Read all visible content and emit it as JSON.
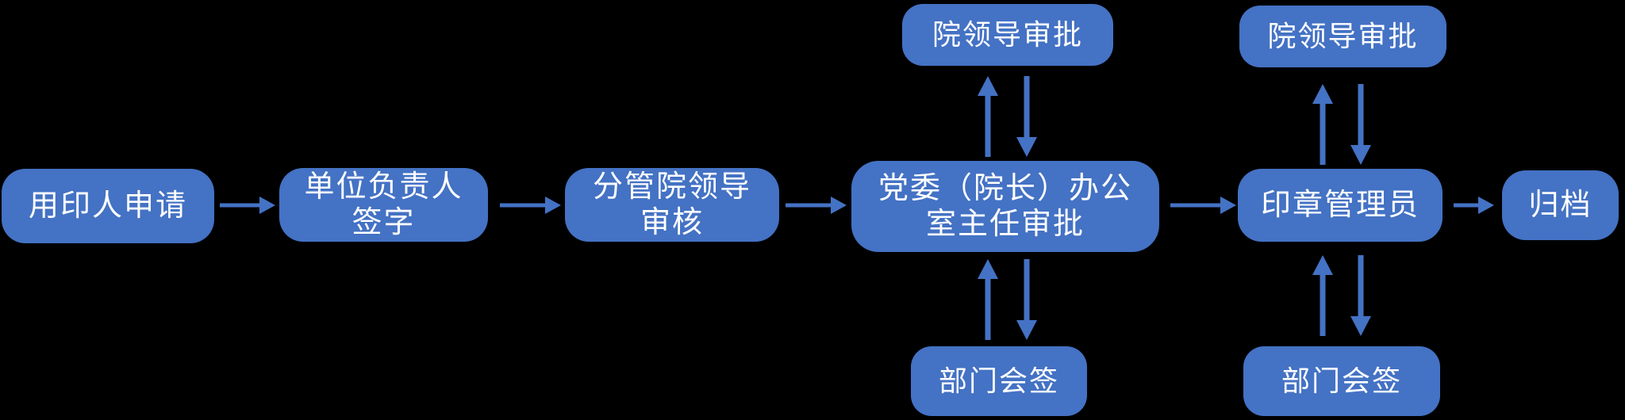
{
  "diagram": {
    "type": "flowchart",
    "colors": {
      "background": "#000000",
      "node_fill": "#4472C4",
      "node_text": "#FFFFFF",
      "arrow": "#4472C4"
    },
    "icons": {
      "arrow_right": "→",
      "arrow_up": "↑",
      "arrow_down": "↓"
    },
    "nodes": {
      "applicant": {
        "label": "用印人申请"
      },
      "unit_head_sign": {
        "label": "单位负责人\n签字"
      },
      "division_review": {
        "label": "分管院领导\n审核"
      },
      "party_office_approval": {
        "label": "党委（院长）办公\n室主任审批"
      },
      "seal_admin": {
        "label": "印章管理员"
      },
      "archive": {
        "label": "归档"
      },
      "leader_approval_1": {
        "label": "院领导审批"
      },
      "leader_approval_2": {
        "label": "院领导审批"
      },
      "dept_countersign_1": {
        "label": "部门会签"
      },
      "dept_countersign_2": {
        "label": "部门会签"
      }
    },
    "edges": [
      {
        "from": "applicant",
        "to": "unit_head_sign",
        "direction": "right"
      },
      {
        "from": "unit_head_sign",
        "to": "division_review",
        "direction": "right"
      },
      {
        "from": "division_review",
        "to": "party_office_approval",
        "direction": "right"
      },
      {
        "from": "party_office_approval",
        "to": "seal_admin",
        "direction": "right"
      },
      {
        "from": "seal_admin",
        "to": "archive",
        "direction": "right"
      },
      {
        "from": "party_office_approval",
        "to": "leader_approval_1",
        "direction": "bidirectional-vertical"
      },
      {
        "from": "party_office_approval",
        "to": "dept_countersign_1",
        "direction": "bidirectional-vertical"
      },
      {
        "from": "seal_admin",
        "to": "leader_approval_2",
        "direction": "bidirectional-vertical"
      },
      {
        "from": "seal_admin",
        "to": "dept_countersign_2",
        "direction": "bidirectional-vertical"
      }
    ]
  }
}
